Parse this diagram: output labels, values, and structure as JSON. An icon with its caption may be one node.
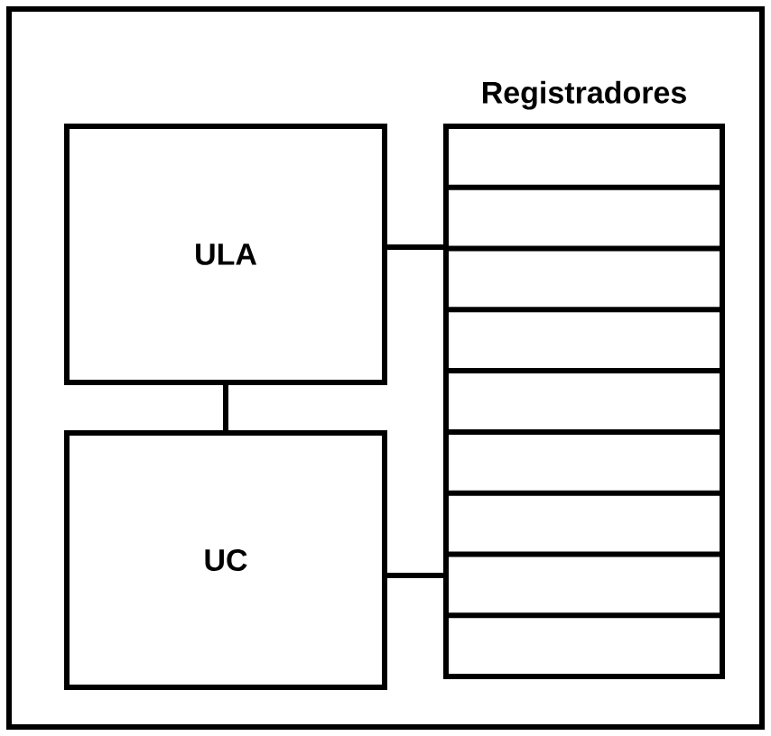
{
  "diagram": {
    "nodes": [
      {
        "text": [],
        "shape": "box"
      },
      {
        "text": [
          "ULA"
        ],
        "in": 0
      },
      {
        "text": [
          "UC"
        ],
        "in": 0
      },
      {
        "text": [
          "Registradores"
        ],
        "in": 0
      }
    ],
    "edges": [
      {
        "from": 1,
        "to": 3,
        "arrow": "none"
      },
      {
        "from": 2,
        "to": 3,
        "arrow": "none"
      },
      {
        "from": 1,
        "to": 2,
        "arrow": "none"
      }
    ]
  }
}
